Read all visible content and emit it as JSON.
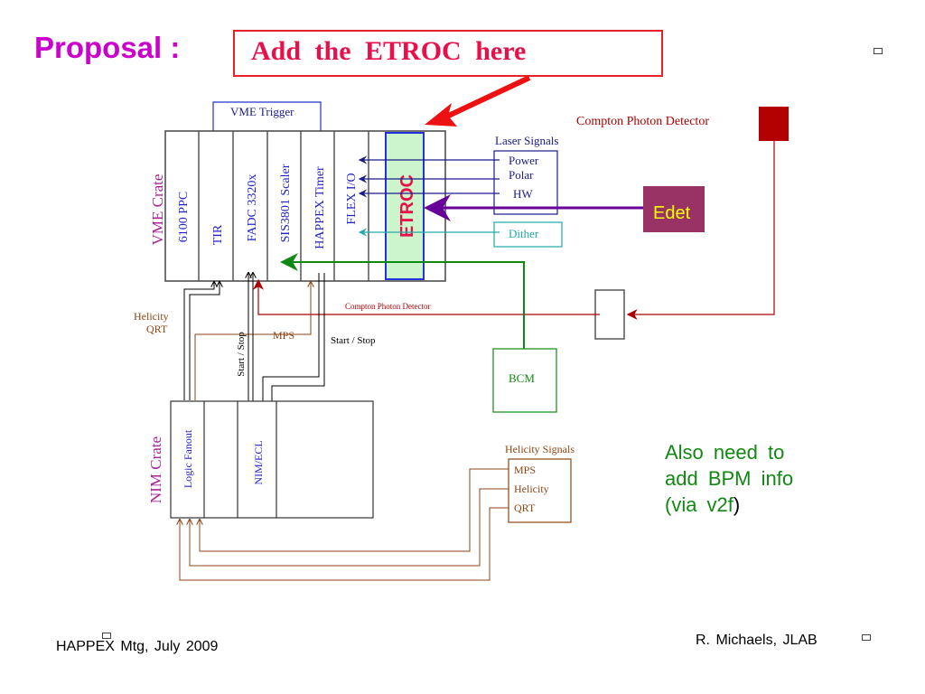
{
  "slide": {
    "title": "Proposal :",
    "callout": "Add  the  ETROC  here",
    "note": {
      "line1": "Also  need  to",
      "line2": "add  BPM  info",
      "line3": "(via  v2f",
      "line3_paren": ")"
    },
    "footer_left": "HAPPEX  Mtg,  July 2009",
    "footer_right": "R. Michaels,  JLAB"
  },
  "diagram": {
    "vme_crate_label": "VME  Crate",
    "vme_trigger_label": "VME Trigger",
    "vme_slots": [
      "6100  PPC",
      "TIR",
      "FADC 3320x",
      "SIS3801 Scaler",
      "HAPPEX Timer",
      "FLEX I/O"
    ],
    "etroc_label": "ETROC",
    "laser_signals": {
      "title": "Laser Signals",
      "items": [
        "Power",
        "Polar",
        "HW"
      ]
    },
    "dither_label": "Dither",
    "edet_label": "Edet",
    "compton_detector_label": "Compton  Photon  Detector",
    "compton_line_label": "Compton  Photon  Detector",
    "bcm_label": "BCM",
    "helicity_qrt_label": {
      "line1": "Helicity",
      "line2": "QRT"
    },
    "mps_label": "MPS",
    "start_stop_vertical": "Start  /  Stop",
    "start_stop_horizontal": "Start / Stop",
    "nim_crate_label": "NIM  Crate",
    "nim_slots": [
      "Logic  Fanout",
      "",
      "NIM/ECL",
      ""
    ],
    "helicity_signals": {
      "title": "Helicity Signals",
      "items": [
        "MPS",
        "Helicity",
        "QRT"
      ]
    }
  },
  "colors": {
    "title": "#cc00cc",
    "callout": "#e8104a",
    "etroc_fill": "#ccf5cc",
    "etroc_text": "#e8104a",
    "edet_fill": "#993366",
    "edet_text": "#ffff00",
    "compton": "#aa0000",
    "green": "#118811",
    "brown": "#8b4513",
    "navy": "#1a1a8c",
    "cyan": "#22aaaa",
    "purple": "#660099"
  }
}
